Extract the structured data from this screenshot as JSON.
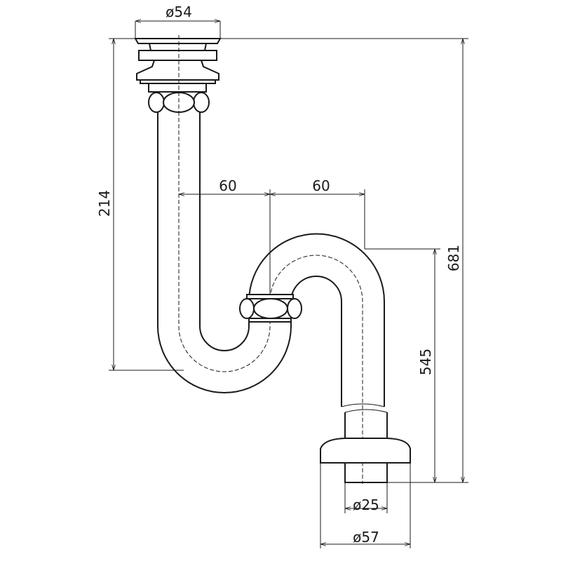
{
  "title": "S-trap drain dimension drawing",
  "dimensions": {
    "top_diameter": "ø54",
    "inlet_height": "214",
    "offset_left": "60",
    "offset_right": "60",
    "total_height": "681",
    "outlet_height": "545",
    "pipe_diameter": "ø25",
    "flange_diameter": "ø57"
  }
}
